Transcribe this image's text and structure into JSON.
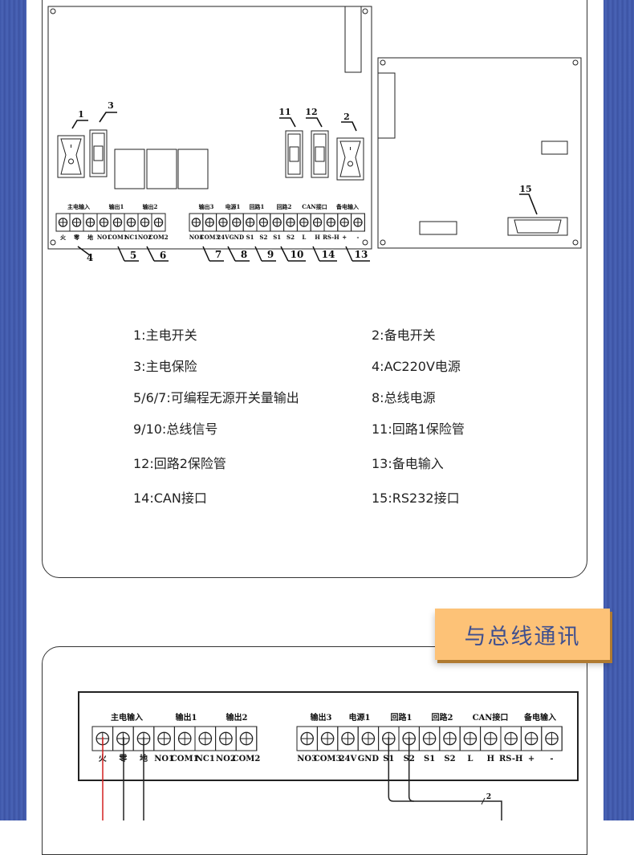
{
  "top_board": {
    "switch_callouts": [
      "1",
      "3",
      "11",
      "12",
      "2"
    ],
    "connector_callout": "15",
    "left_block": {
      "groups": [
        "主电输入",
        "输出1",
        "输出2"
      ],
      "terminals": [
        "火",
        "零",
        "地",
        "NO1",
        "COM1",
        "NC1",
        "NO2",
        "COM2"
      ]
    },
    "right_block": {
      "groups": [
        "输出3",
        "电源1",
        "回路1",
        "回路2",
        "CAN接口",
        "备电输入"
      ],
      "terminals": [
        "NO3",
        "COM3",
        "24V",
        "GND",
        "S1",
        "S2",
        "S1",
        "S2",
        "L",
        "H",
        "RS-H",
        "+",
        "-"
      ]
    },
    "terminal_callouts": [
      "4",
      "5",
      "6",
      "7",
      "8",
      "9",
      "10",
      "14",
      "13"
    ]
  },
  "legend": [
    {
      "text": "1:主电开关"
    },
    {
      "text": "2:备电开关"
    },
    {
      "text": "3:主电保险"
    },
    {
      "text": "4:AC220V电源"
    },
    {
      "text": "5/6/7:可编程无源开关量输出"
    },
    {
      "text": "8:总线电源"
    },
    {
      "text": "9/10:总线信号"
    },
    {
      "text": "11:回路1保险管"
    },
    {
      "text": "12:回路2保险管"
    },
    {
      "text": "13:备电输入"
    },
    {
      "text": "14:CAN接口"
    },
    {
      "text": "15:RS232接口"
    }
  ],
  "section_badge": "与总线通讯",
  "bottom_board": {
    "wire_label": "2",
    "colors": {
      "live_wire": "#d42020"
    }
  }
}
